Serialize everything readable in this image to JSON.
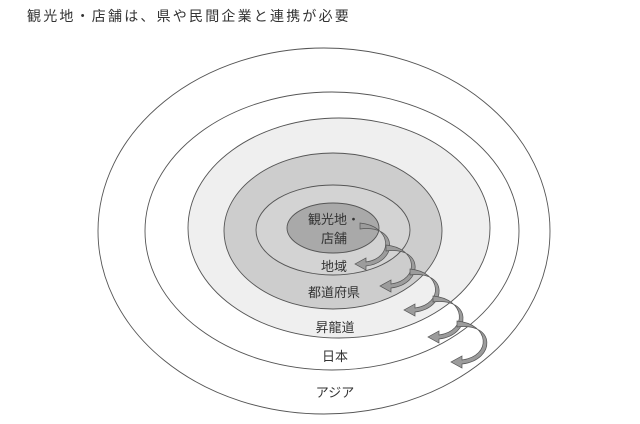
{
  "title": "観光地・店舗は、県や民間企業と連携が必要",
  "diagram": {
    "type": "concentric-ellipses",
    "layers": [
      {
        "label": "アジア",
        "fill": "#ffffff"
      },
      {
        "label": "日本",
        "fill": "#ffffff"
      },
      {
        "label": "昇龍道",
        "fill": "#efefef"
      },
      {
        "label": "都道府県",
        "fill": "#cdcdcd"
      },
      {
        "label": "地域",
        "fill": "#d3d3d3"
      },
      {
        "label_line1": "観光地・",
        "label_line2": "店舗",
        "fill": "#a9a9a9"
      }
    ],
    "arrows": [
      "観光地・店舗→地域",
      "地域→都道府県",
      "都道府県→昇龍道",
      "昇龍道→日本",
      "日本→アジア"
    ],
    "stroke": "#555555",
    "arrow_fill": "#9a9a9a"
  }
}
